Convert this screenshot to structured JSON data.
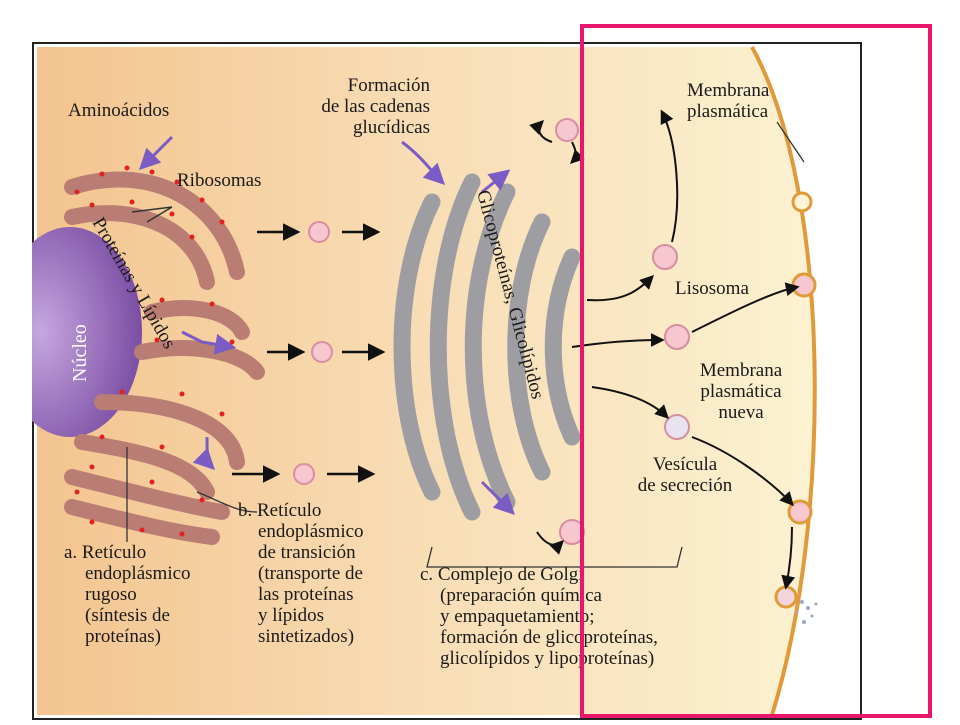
{
  "labels": {
    "aminoacidos": "Aminoácidos",
    "formacion": [
      "Formación",
      "de las cadenas",
      "glucídicas"
    ],
    "ribosomas": "Ribosomas",
    "nucleo": "Núcleo",
    "proteinas_lipidos": "Proteínas y Lípidos",
    "glicoproteinas": "Glicoproteínas, Glicolípidos",
    "membrana_plasmatica": [
      "Membrana",
      "plasmática"
    ],
    "lisosoma": "Lisosoma",
    "membrana_nueva": [
      "Membrana",
      "plasmática",
      "nueva"
    ],
    "vesicula": [
      "Vesícula",
      "de secreción"
    ],
    "reticulo_rugoso": [
      "a. Retículo",
      "endoplásmico",
      "rugoso",
      "(síntesis de",
      "proteínas)"
    ],
    "reticulo_transicion": [
      "b. Retículo",
      "endoplásmico",
      "de transición",
      "(transporte de",
      "las proteínas",
      "y lípidos",
      "sintetizados)"
    ],
    "golgi": [
      "c. Complejo de Golgi",
      "(preparación química",
      "y empaquetamiento;",
      "formación de glicoproteínas,",
      "glicolípidos y lipoproteínas)"
    ]
  },
  "colors": {
    "highlight": "#e8176d",
    "background_warm": "#f6d1a6",
    "background_light": "#fbf3d3",
    "reticulum": "#b97d74",
    "nucleus": "#8c5fb0",
    "golgi": "#9e9ea2",
    "vesicle": "#f6c7cf",
    "arrow_purple": "#7b5cc4",
    "cell_membrane": "#e19a3a"
  }
}
